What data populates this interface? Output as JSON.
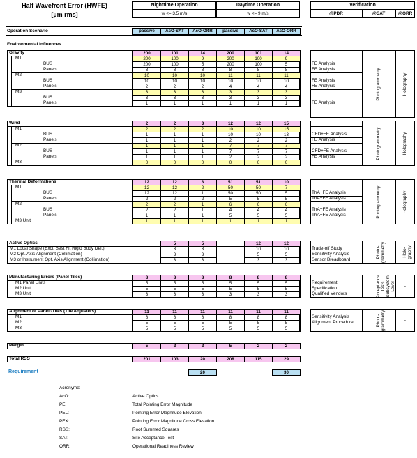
{
  "header": {
    "title": "Half Wavefront Error (HWFE)",
    "unit": "[µm rms]",
    "night": "Nighttime Operation",
    "night_wind": "w <= 3.5 m/s",
    "day": "Daytime Operation",
    "day_wind": "w <= 9 m/s",
    "verification": "Verification",
    "pdr": "@PDR",
    "sat": "@SAT",
    "orr": "@ORR"
  },
  "scenario": {
    "label": "Operation Scenario",
    "cols": [
      "passive",
      "AcO-SAT",
      "AcO-ORR",
      "passive",
      "AcO-SAT",
      "AcO-ORR"
    ]
  },
  "env_label": "Environmental Influences",
  "gravity": {
    "label": "Gravity",
    "totals": [
      "200",
      "101",
      "14",
      "200",
      "101",
      "14"
    ],
    "rows": [
      {
        "label": "M1",
        "vals": [
          "200",
          "100",
          "9",
          "200",
          "100",
          "9"
        ],
        "v": ""
      },
      {
        "label": "BUS",
        "vals": [
          "200",
          "100",
          "5",
          "200",
          "100",
          "5"
        ],
        "v": "FE Analysis"
      },
      {
        "label": "Panels",
        "vals": [
          "8",
          "8",
          "8",
          "8",
          "8",
          "8"
        ],
        "v": "FE Analysis"
      },
      {
        "label": "M2",
        "vals": [
          "10",
          "10",
          "10",
          "11",
          "11",
          "11"
        ],
        "v": ""
      },
      {
        "label": "BUS",
        "vals": [
          "10",
          "10",
          "10",
          "10",
          "10",
          "10"
        ],
        "v": "FE Analysis"
      },
      {
        "label": "Panels",
        "vals": [
          "2",
          "2",
          "2",
          "4",
          "4",
          "4"
        ],
        "v": "FE Analysis"
      },
      {
        "label": "M3",
        "vals": [
          "3",
          "3",
          "3",
          "3",
          "3",
          "3"
        ],
        "v": ""
      },
      {
        "label": "BUS",
        "vals": [
          "3",
          "3",
          "3",
          "3",
          "3",
          "3"
        ],
        "v": ""
      },
      {
        "label": "Panels",
        "vals": [
          "1",
          "1",
          "1",
          "1",
          "1",
          "1"
        ],
        "v": "FE Analysis"
      }
    ],
    "sat": "Photogrammetry",
    "orr": "Holography"
  },
  "wind": {
    "label": "Wind",
    "totals": [
      "2",
      "2",
      "3",
      "12",
      "12",
      "15"
    ],
    "rows": [
      {
        "label": "M1",
        "vals": [
          "2",
          "2",
          "2",
          "10",
          "10",
          "15"
        ],
        "v": ""
      },
      {
        "label": "BUS",
        "vals": [
          "1",
          "1",
          "1",
          "10",
          "10",
          "13"
        ],
        "v": "CFD+FE Analysis"
      },
      {
        "label": "Panels",
        "vals": [
          "1",
          "1",
          "1",
          "2",
          "2",
          "2"
        ],
        "v": "FE Analysis"
      },
      {
        "label": "M2",
        "vals": [
          "1",
          "1",
          "1",
          "7",
          "7",
          "7"
        ],
        "v": ""
      },
      {
        "label": "BUS",
        "vals": [
          "1",
          "1",
          "1",
          "7",
          "7",
          "7"
        ],
        "v": "CFD+FE Analysis"
      },
      {
        "label": "Panels",
        "vals": [
          "1",
          "1",
          "1",
          "2",
          "2",
          "2"
        ],
        "v": "FE Analysis"
      },
      {
        "label": "M3",
        "vals": [
          "0",
          "0",
          "0",
          "0",
          "0",
          "0"
        ],
        "v": ""
      }
    ],
    "sat": "Photogrammetry",
    "orr": "Holography"
  },
  "thermal": {
    "label": "Thermal Deformations",
    "totals": [
      "12",
      "12",
      "3",
      "51",
      "51",
      "10"
    ],
    "rows": [
      {
        "label": "M1",
        "vals": [
          "12",
          "12",
          "2",
          "50",
          "50",
          "7"
        ],
        "v": ""
      },
      {
        "label": "BUS",
        "vals": [
          "12",
          "12",
          "1",
          "50",
          "50",
          "5"
        ],
        "v": "ThA+FE Analysis"
      },
      {
        "label": "Panels",
        "vals": [
          "2",
          "2",
          "2",
          "5",
          "5",
          "5"
        ],
        "v": "ThA+FE Analysis"
      },
      {
        "label": "M2",
        "vals": [
          "2",
          "2",
          "1",
          "6",
          "6",
          "6"
        ],
        "v": ""
      },
      {
        "label": "BUS",
        "vals": [
          "2",
          "2",
          "1",
          "4",
          "4",
          "4"
        ],
        "v": "ThA+FE Analysis"
      },
      {
        "label": "Panels",
        "vals": [
          "1",
          "1",
          "1",
          "5",
          "5",
          "5"
        ],
        "v": "ThA+FE Analysis"
      },
      {
        "label": "M3 Unit",
        "vals": [
          "1",
          "1",
          "1",
          "1",
          "1",
          "1"
        ],
        "v": ""
      }
    ],
    "sat": "Photogrammetry",
    "orr": "Holography"
  },
  "active_optics": {
    "label": "Active Optics",
    "totals": [
      "",
      "5",
      "5",
      "",
      "12",
      "12"
    ],
    "rows": [
      {
        "label": "M1  Local Shape (Excl. Best Fit Rigid Body Def.)",
        "vals": [
          "",
          "3",
          "3",
          "",
          "10",
          "10"
        ],
        "v": "Trade-off Study"
      },
      {
        "label": "M2  Opt. Axis Alignment (Collimation)",
        "vals": [
          "",
          "3",
          "3",
          "",
          "5",
          "5"
        ],
        "v": "Sensitivity Analysis"
      },
      {
        "label": "M3  or Instrument Opt. Axis Alignment (Collimation)",
        "vals": [
          "",
          "3",
          "3",
          "",
          "3",
          "3"
        ],
        "v": "Sensor Breadboard"
      }
    ],
    "sat": "Photo-grammetry",
    "orr": "Holo-graphy"
  },
  "manufacturing": {
    "label": "Manufacturing Errors (Panel Tiles)",
    "totals": [
      "8",
      "8",
      "8",
      "8",
      "8",
      "8"
    ],
    "rows": [
      {
        "label": "M1 Panel Units",
        "vals": [
          "5",
          "5",
          "5",
          "5",
          "5",
          "5"
        ],
        "v": "Requirement"
      },
      {
        "label": "M2 Unit",
        "vals": [
          "5",
          "5",
          "5",
          "5",
          "5",
          "5"
        ],
        "v": "Specification"
      },
      {
        "label": "M3 Unit",
        "vals": [
          "3",
          "3",
          "3",
          "3",
          "3",
          "3"
        ],
        "v": "Qualified Vendors"
      }
    ],
    "sat": "Acceptance Tests Subsystem Level",
    "orr": "-"
  },
  "alignment": {
    "label": "Alignment of Panel/-Tiles (Tile Adjusters)",
    "totals": [
      "11",
      "11",
      "11",
      "11",
      "11",
      "11"
    ],
    "rows": [
      {
        "label": "M1",
        "vals": [
          "8",
          "8",
          "8",
          "8",
          "8",
          "8"
        ],
        "v": "Sensitivity Analysis"
      },
      {
        "label": "M2",
        "vals": [
          "5",
          "5",
          "5",
          "5",
          "5",
          "5"
        ],
        "v": "Alignment Procedure"
      },
      {
        "label": "M3",
        "vals": [
          "5",
          "5",
          "5",
          "5",
          "5",
          "5"
        ],
        "v": ""
      }
    ],
    "sat": "Photo-grammetry",
    "orr": "-"
  },
  "margin": {
    "label": "Margin",
    "vals": [
      "5",
      "2",
      "2",
      "5",
      "2",
      "2"
    ]
  },
  "total": {
    "label": "Total RSS",
    "vals": [
      "201",
      "103",
      "20",
      "208",
      "115",
      "29"
    ]
  },
  "requirement": {
    "label": "Requirement",
    "night": "20",
    "day": "30"
  },
  "acronyms": {
    "heading": "Acronyme:",
    "items": [
      {
        "k": "AcO:",
        "v": "Active Optics"
      },
      {
        "k": "PE:",
        "v": "Total Pointing Error Magnitude"
      },
      {
        "k": "PEL:",
        "v": "Pointing Error Magnitude Elevation"
      },
      {
        "k": "PEX:",
        "v": "Pointing Error Magnitude Cross Elevation"
      },
      {
        "k": "RSS:",
        "v": "Root Summed Squares"
      },
      {
        "k": "SAT:",
        "v": "Site Acceptance Test"
      },
      {
        "k": "ORR:",
        "v": "Operational Readiness Review"
      }
    ]
  },
  "colors": {
    "pink": "#f7c6ef",
    "yellow": "#fffdb0",
    "blue": "#b9dff2",
    "req_text": "#1f7fc2"
  }
}
